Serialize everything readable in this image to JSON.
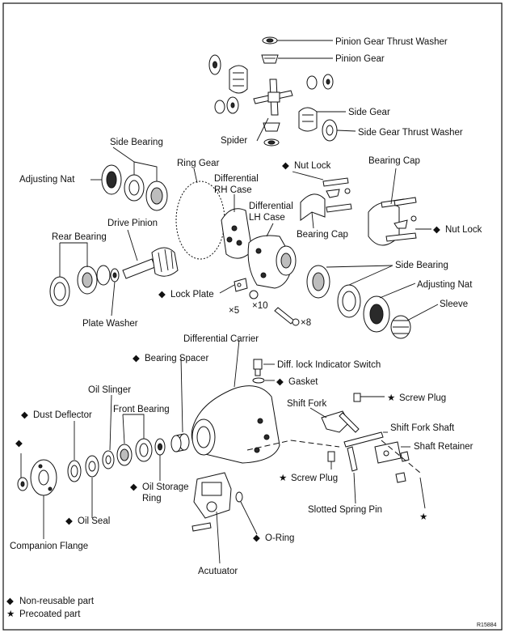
{
  "figure_id": "R15884",
  "legend": {
    "non_reusable_symbol": "◆",
    "non_reusable_text": "Non-reusable part",
    "precoated_symbol": "★",
    "precoated_text": "Precoated part"
  },
  "labels": {
    "pinion_thrust_washer": "Pinion Gear Thrust Washer",
    "pinion_gear": "Pinion Gear",
    "side_gear": "Side Gear",
    "side_gear_thrust_washer": "Side Gear Thrust Washer",
    "spider": "Spider",
    "side_bearing_1": "Side Bearing",
    "adjusting_nat_1": "Adjusting Nat",
    "ring_gear": "Ring Gear",
    "diff_rh_case_1": "Differential",
    "diff_rh_case_2": "RH Case",
    "nut_lock_1": "Nut Lock",
    "bearing_cap_1": "Bearing Cap",
    "diff_lh_case_1": "Differential",
    "diff_lh_case_2": "LH Case",
    "nut_lock_2": "Nut Lock",
    "bearing_cap_2": "Bearing Cap",
    "drive_pinion": "Drive Pinion",
    "rear_bearing": "Rear Bearing",
    "side_bearing_2": "Side Bearing",
    "adjusting_nat_2": "Adjusting Nat",
    "lock_plate": "Lock Plate",
    "qty_x5": "×5",
    "qty_x10": "×10",
    "sleeve": "Sleeve",
    "qty_x8": "×8",
    "plate_washer": "Plate Washer",
    "differential_carrier": "Differential Carrier",
    "bearing_spacer": "Bearing Spacer",
    "diff_lock_switch": "Diff. lock Indicator Switch",
    "gasket": "Gasket",
    "oil_slinger": "Oil Slinger",
    "screw_plug_1": "Screw Plug",
    "front_bearing": "Front Bearing",
    "dust_deflector": "Dust Deflector",
    "shift_fork": "Shift Fork",
    "shift_fork_shaft": "Shift Fork Shaft",
    "shaft_retainer": "Shaft Retainer",
    "screw_plug_2": "Screw Plug",
    "oil_storage_ring_1": "Oil Storage",
    "oil_storage_ring_2": "Ring",
    "slotted_spring_pin": "Slotted Spring Pin",
    "oil_seal": "Oil Seal",
    "companion_flange": "Companion Flange",
    "o_ring": "O-Ring",
    "actuator": "Acutuator"
  }
}
